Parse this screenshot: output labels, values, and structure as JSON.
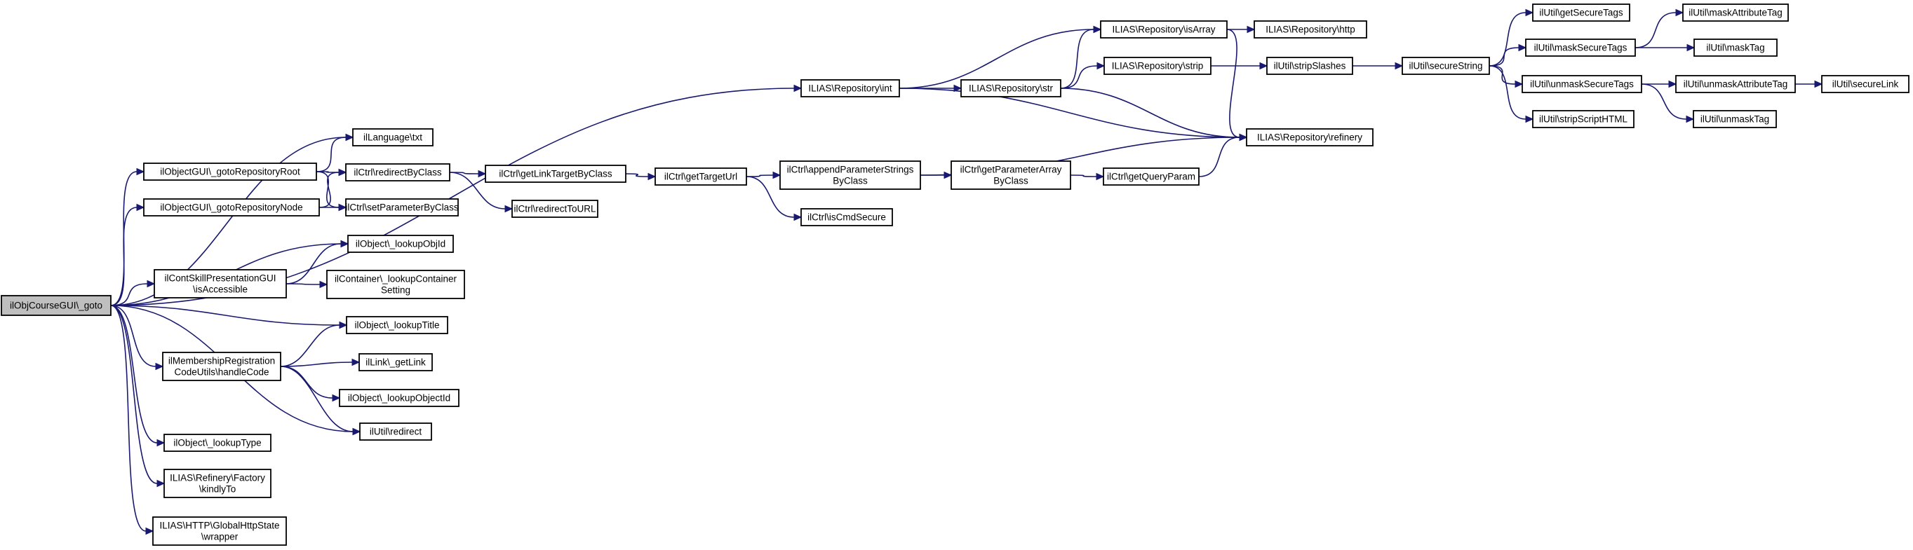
{
  "nodes": [
    {
      "id": "n0",
      "lines": [
        "ilObjCourseGUI\\_goto"
      ],
      "root": true
    },
    {
      "id": "n1",
      "lines": [
        "ILIAS\\Repository\\int"
      ]
    },
    {
      "id": "n2",
      "lines": [
        "ilLanguage\\txt"
      ]
    },
    {
      "id": "n3",
      "lines": [
        "ilObjectGUI\\_gotoRepositoryRoot"
      ]
    },
    {
      "id": "n4",
      "lines": [
        "ilObjectGUI\\_gotoRepositoryNode"
      ]
    },
    {
      "id": "n5",
      "lines": [
        "ilObject\\_lookupObjId"
      ]
    },
    {
      "id": "n6",
      "lines": [
        "ilContSkillPresentationGUI",
        "\\isAccessible"
      ]
    },
    {
      "id": "n7",
      "lines": [
        "ilObject\\_lookupTitle"
      ]
    },
    {
      "id": "n8",
      "lines": [
        "ilMembershipRegistration",
        "CodeUtils\\handleCode"
      ]
    },
    {
      "id": "n9",
      "lines": [
        "ilUtil\\redirect"
      ]
    },
    {
      "id": "n10",
      "lines": [
        "ilObject\\_lookupType"
      ]
    },
    {
      "id": "n11",
      "lines": [
        "ILIAS\\Refinery\\Factory",
        "\\kindlyTo"
      ]
    },
    {
      "id": "n12",
      "lines": [
        "ILIAS\\HTTP\\GlobalHttpState",
        "\\wrapper"
      ]
    },
    {
      "id": "n13",
      "lines": [
        "ilCtrl\\redirectByClass"
      ]
    },
    {
      "id": "n14",
      "lines": [
        "ilCtrl\\setParameterByClass"
      ]
    },
    {
      "id": "n15",
      "lines": [
        "ilContainer\\_lookupContainer",
        "Setting"
      ]
    },
    {
      "id": "n16",
      "lines": [
        "ilLink\\_getLink"
      ]
    },
    {
      "id": "n17",
      "lines": [
        "ilObject\\_lookupObjectId"
      ]
    },
    {
      "id": "n18",
      "lines": [
        "ILIAS\\Repository\\isArray"
      ]
    },
    {
      "id": "n19",
      "lines": [
        "ILIAS\\Repository\\str"
      ]
    },
    {
      "id": "n20",
      "lines": [
        "ILIAS\\Repository\\refinery"
      ]
    },
    {
      "id": "n21",
      "lines": [
        "ILIAS\\Repository\\http"
      ]
    },
    {
      "id": "n22",
      "lines": [
        "ILIAS\\Repository\\strip"
      ]
    },
    {
      "id": "n23",
      "lines": [
        "ilUtil\\stripSlashes"
      ]
    },
    {
      "id": "n24",
      "lines": [
        "ilUtil\\secureString"
      ]
    },
    {
      "id": "n25",
      "lines": [
        "ilUtil\\getSecureTags"
      ]
    },
    {
      "id": "n26",
      "lines": [
        "ilUtil\\maskSecureTags"
      ]
    },
    {
      "id": "n27",
      "lines": [
        "ilUtil\\unmaskSecureTags"
      ]
    },
    {
      "id": "n28",
      "lines": [
        "ilUtil\\stripScriptHTML"
      ]
    },
    {
      "id": "n29",
      "lines": [
        "ilUtil\\maskAttributeTag"
      ]
    },
    {
      "id": "n30",
      "lines": [
        "ilUtil\\maskTag"
      ]
    },
    {
      "id": "n31",
      "lines": [
        "ilUtil\\unmaskAttributeTag"
      ]
    },
    {
      "id": "n32",
      "lines": [
        "ilUtil\\unmaskTag"
      ]
    },
    {
      "id": "n33",
      "lines": [
        "ilUtil\\secureLink"
      ]
    },
    {
      "id": "n34",
      "lines": [
        "ilCtrl\\getLinkTargetByClass"
      ]
    },
    {
      "id": "n35",
      "lines": [
        "ilCtrl\\redirectToURL"
      ]
    },
    {
      "id": "n36",
      "lines": [
        "ilCtrl\\getTargetUrl"
      ]
    },
    {
      "id": "n37",
      "lines": [
        "ilCtrl\\appendParameterStrings",
        "ByClass"
      ]
    },
    {
      "id": "n38",
      "lines": [
        "ilCtrl\\isCmdSecure"
      ]
    },
    {
      "id": "n39",
      "lines": [
        "ilCtrl\\getParameterArray",
        "ByClass"
      ]
    },
    {
      "id": "n40",
      "lines": [
        "ilCtrl\\getQueryParam"
      ]
    }
  ],
  "edges": [
    {
      "from": "n0",
      "to": "n1"
    },
    {
      "from": "n0",
      "to": "n2"
    },
    {
      "from": "n0",
      "to": "n3"
    },
    {
      "from": "n0",
      "to": "n4"
    },
    {
      "from": "n0",
      "to": "n5"
    },
    {
      "from": "n0",
      "to": "n6"
    },
    {
      "from": "n0",
      "to": "n7"
    },
    {
      "from": "n0",
      "to": "n8"
    },
    {
      "from": "n0",
      "to": "n9"
    },
    {
      "from": "n0",
      "to": "n10"
    },
    {
      "from": "n0",
      "to": "n11"
    },
    {
      "from": "n0",
      "to": "n12"
    },
    {
      "from": "n1",
      "to": "n18"
    },
    {
      "from": "n1",
      "to": "n19"
    },
    {
      "from": "n1",
      "to": "n20"
    },
    {
      "from": "n18",
      "to": "n21"
    },
    {
      "from": "n18",
      "to": "n20"
    },
    {
      "from": "n19",
      "to": "n18"
    },
    {
      "from": "n19",
      "to": "n22"
    },
    {
      "from": "n19",
      "to": "n20"
    },
    {
      "from": "n22",
      "to": "n23"
    },
    {
      "from": "n23",
      "to": "n24"
    },
    {
      "from": "n24",
      "to": "n25"
    },
    {
      "from": "n24",
      "to": "n26"
    },
    {
      "from": "n24",
      "to": "n27"
    },
    {
      "from": "n24",
      "to": "n28"
    },
    {
      "from": "n26",
      "to": "n29"
    },
    {
      "from": "n26",
      "to": "n30"
    },
    {
      "from": "n27",
      "to": "n31"
    },
    {
      "from": "n27",
      "to": "n32"
    },
    {
      "from": "n31",
      "to": "n33"
    },
    {
      "from": "n3",
      "to": "n2"
    },
    {
      "from": "n3",
      "to": "n13"
    },
    {
      "from": "n3",
      "to": "n14"
    },
    {
      "from": "n4",
      "to": "n13"
    },
    {
      "from": "n4",
      "to": "n14"
    },
    {
      "from": "n13",
      "to": "n34"
    },
    {
      "from": "n13",
      "to": "n35"
    },
    {
      "from": "n34",
      "to": "n36"
    },
    {
      "from": "n36",
      "to": "n37"
    },
    {
      "from": "n36",
      "to": "n38"
    },
    {
      "from": "n37",
      "to": "n39"
    },
    {
      "from": "n37",
      "to": "n20"
    },
    {
      "from": "n39",
      "to": "n40"
    },
    {
      "from": "n40",
      "to": "n20"
    },
    {
      "from": "n6",
      "to": "n5"
    },
    {
      "from": "n6",
      "to": "n15"
    },
    {
      "from": "n8",
      "to": "n7"
    },
    {
      "from": "n8",
      "to": "n16"
    },
    {
      "from": "n8",
      "to": "n17"
    },
    {
      "from": "n8",
      "to": "n9"
    }
  ]
}
